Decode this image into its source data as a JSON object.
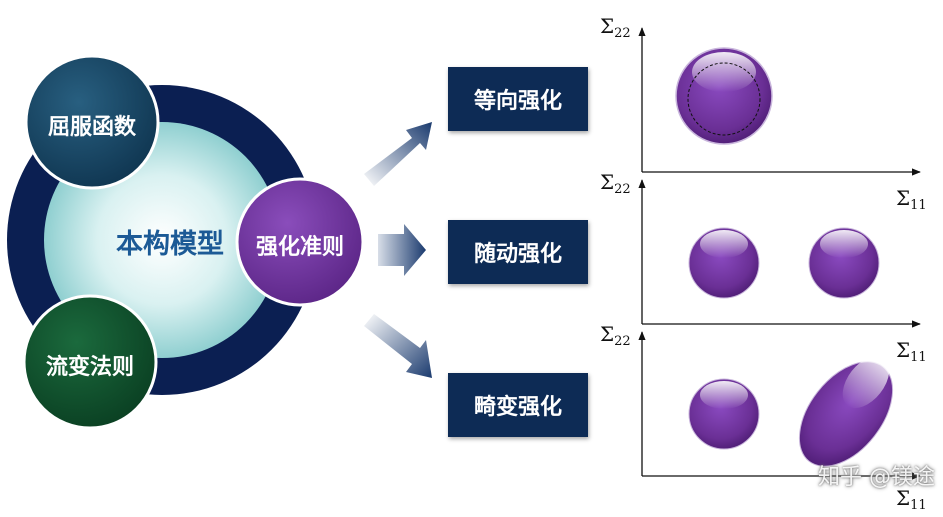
{
  "model": {
    "center_label": "本构模型",
    "nodes": {
      "yield_function": "屈服函数",
      "hardening_rule": "强化准则",
      "flow_rule": "流变法则"
    }
  },
  "hardening_types": [
    "等向强化",
    "随动强化",
    "畸变强化"
  ],
  "plots": {
    "x_axis": {
      "symbol": "Σ",
      "subscript": "11"
    },
    "y_axis": {
      "symbol": "Σ",
      "subscript": "22"
    }
  },
  "watermark": "知乎 @镁途",
  "colors": {
    "navy_ring": "#0b1f52",
    "dark_teal": "#163f5c",
    "dark_green": "#0e4a2a",
    "purple": "#6a2f95",
    "box_navy": "#0d2b55",
    "center_text": "#1c5a96"
  }
}
